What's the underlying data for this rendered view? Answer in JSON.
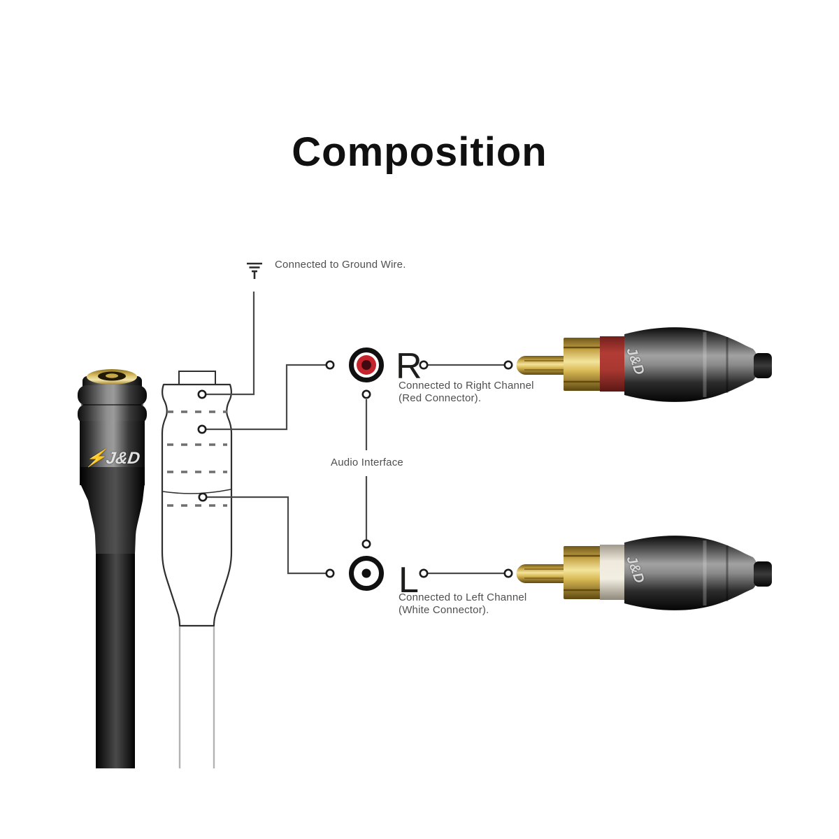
{
  "title": "Composition",
  "brand": {
    "logo_text": "J&D",
    "bolt_icon": "⚡"
  },
  "annotations": {
    "ground": "Connected to Ground Wire.",
    "audio_interface": "Audio Interface",
    "right_channel": {
      "letter": "R",
      "caption_line1": "Connected to Right Channel",
      "caption_line2": "(Red Connector)."
    },
    "left_channel": {
      "letter": "L",
      "caption_line1": "Connected to Left Channel",
      "caption_line2": "(White Connector)."
    }
  },
  "colors": {
    "line": "#4a4a4a",
    "caption_text": "#4f4f4f",
    "title_text": "#101010",
    "red_band": "#b23c35",
    "white_band": "#efeadd",
    "gold": "#caa83c",
    "rca_red_icon": "#c5242c",
    "gunmetal": "#5a5a5a"
  }
}
